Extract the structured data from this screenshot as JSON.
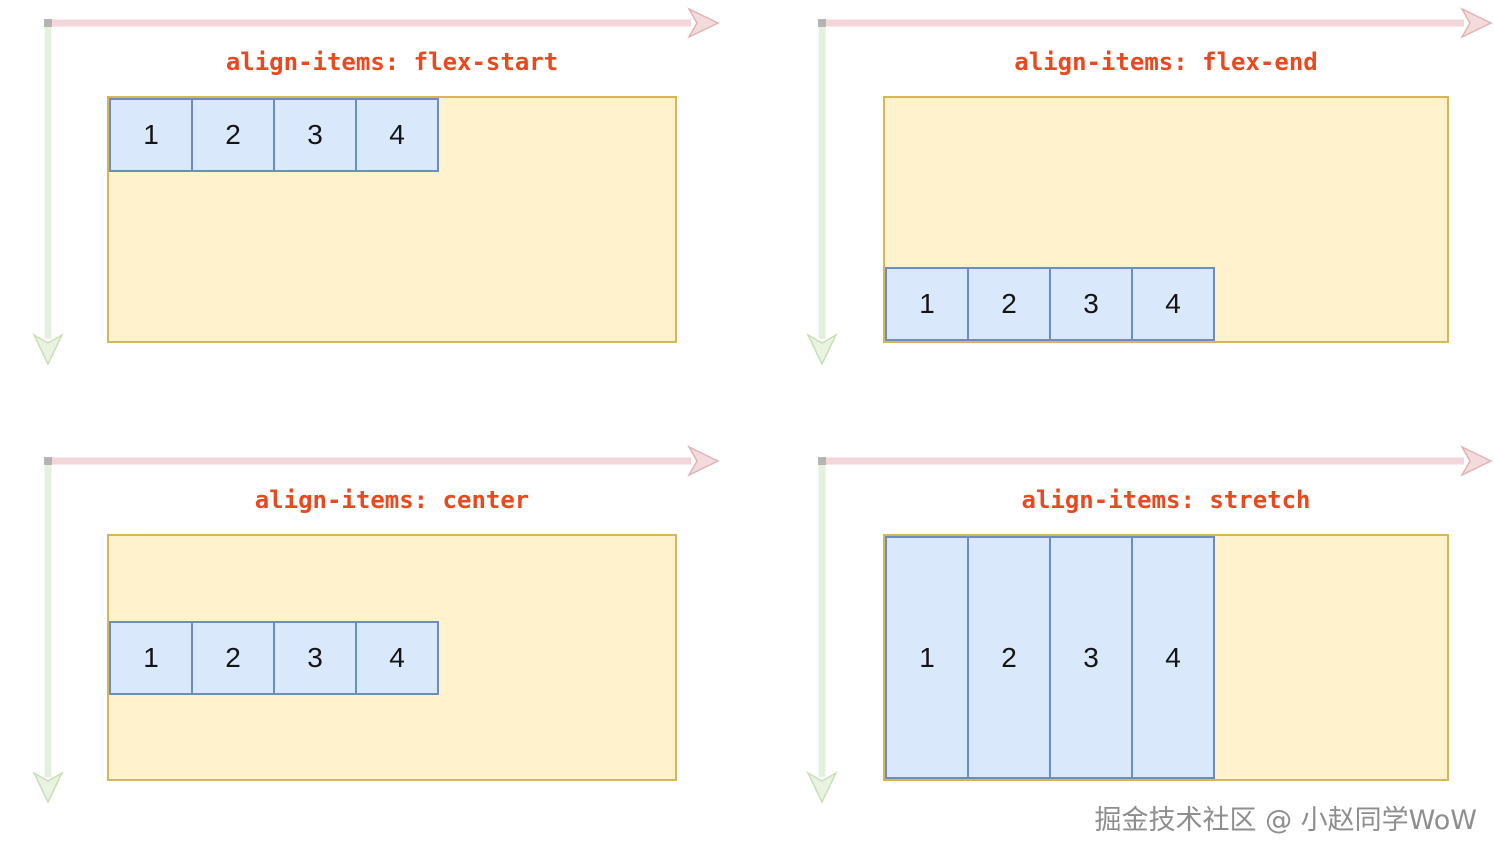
{
  "panels": [
    {
      "id": "flex-start",
      "title": "align-items: flex-start",
      "align_items_value": "flex-start",
      "items": [
        "1",
        "2",
        "3",
        "4"
      ]
    },
    {
      "id": "flex-end",
      "title": "align-items: flex-end",
      "align_items_value": "flex-end",
      "items": [
        "1",
        "2",
        "3",
        "4"
      ]
    },
    {
      "id": "center",
      "title": "align-items: center",
      "align_items_value": "center",
      "items": [
        "1",
        "2",
        "3",
        "4"
      ]
    },
    {
      "id": "stretch",
      "title": "align-items: stretch",
      "align_items_value": "stretch",
      "items": [
        "1",
        "2",
        "3",
        "4"
      ]
    }
  ],
  "watermark": "掘金技术社区 @ 小赵同学WoW",
  "colors": {
    "title_text": "#E8491F",
    "container_fill": "#FFF2CC",
    "container_border": "#D6B656",
    "item_fill": "#DAE8FC",
    "item_border": "#6C8EBF",
    "item_text": "#141414",
    "main_axis_arrow_shaft": "#F2D6D9",
    "main_axis_arrow_head": "#E2B3B7",
    "cross_axis_arrow_shaft": "#E6F0DE",
    "cross_axis_arrow_head": "#C9DFB7",
    "watermark_text": "#8E8E8E"
  }
}
